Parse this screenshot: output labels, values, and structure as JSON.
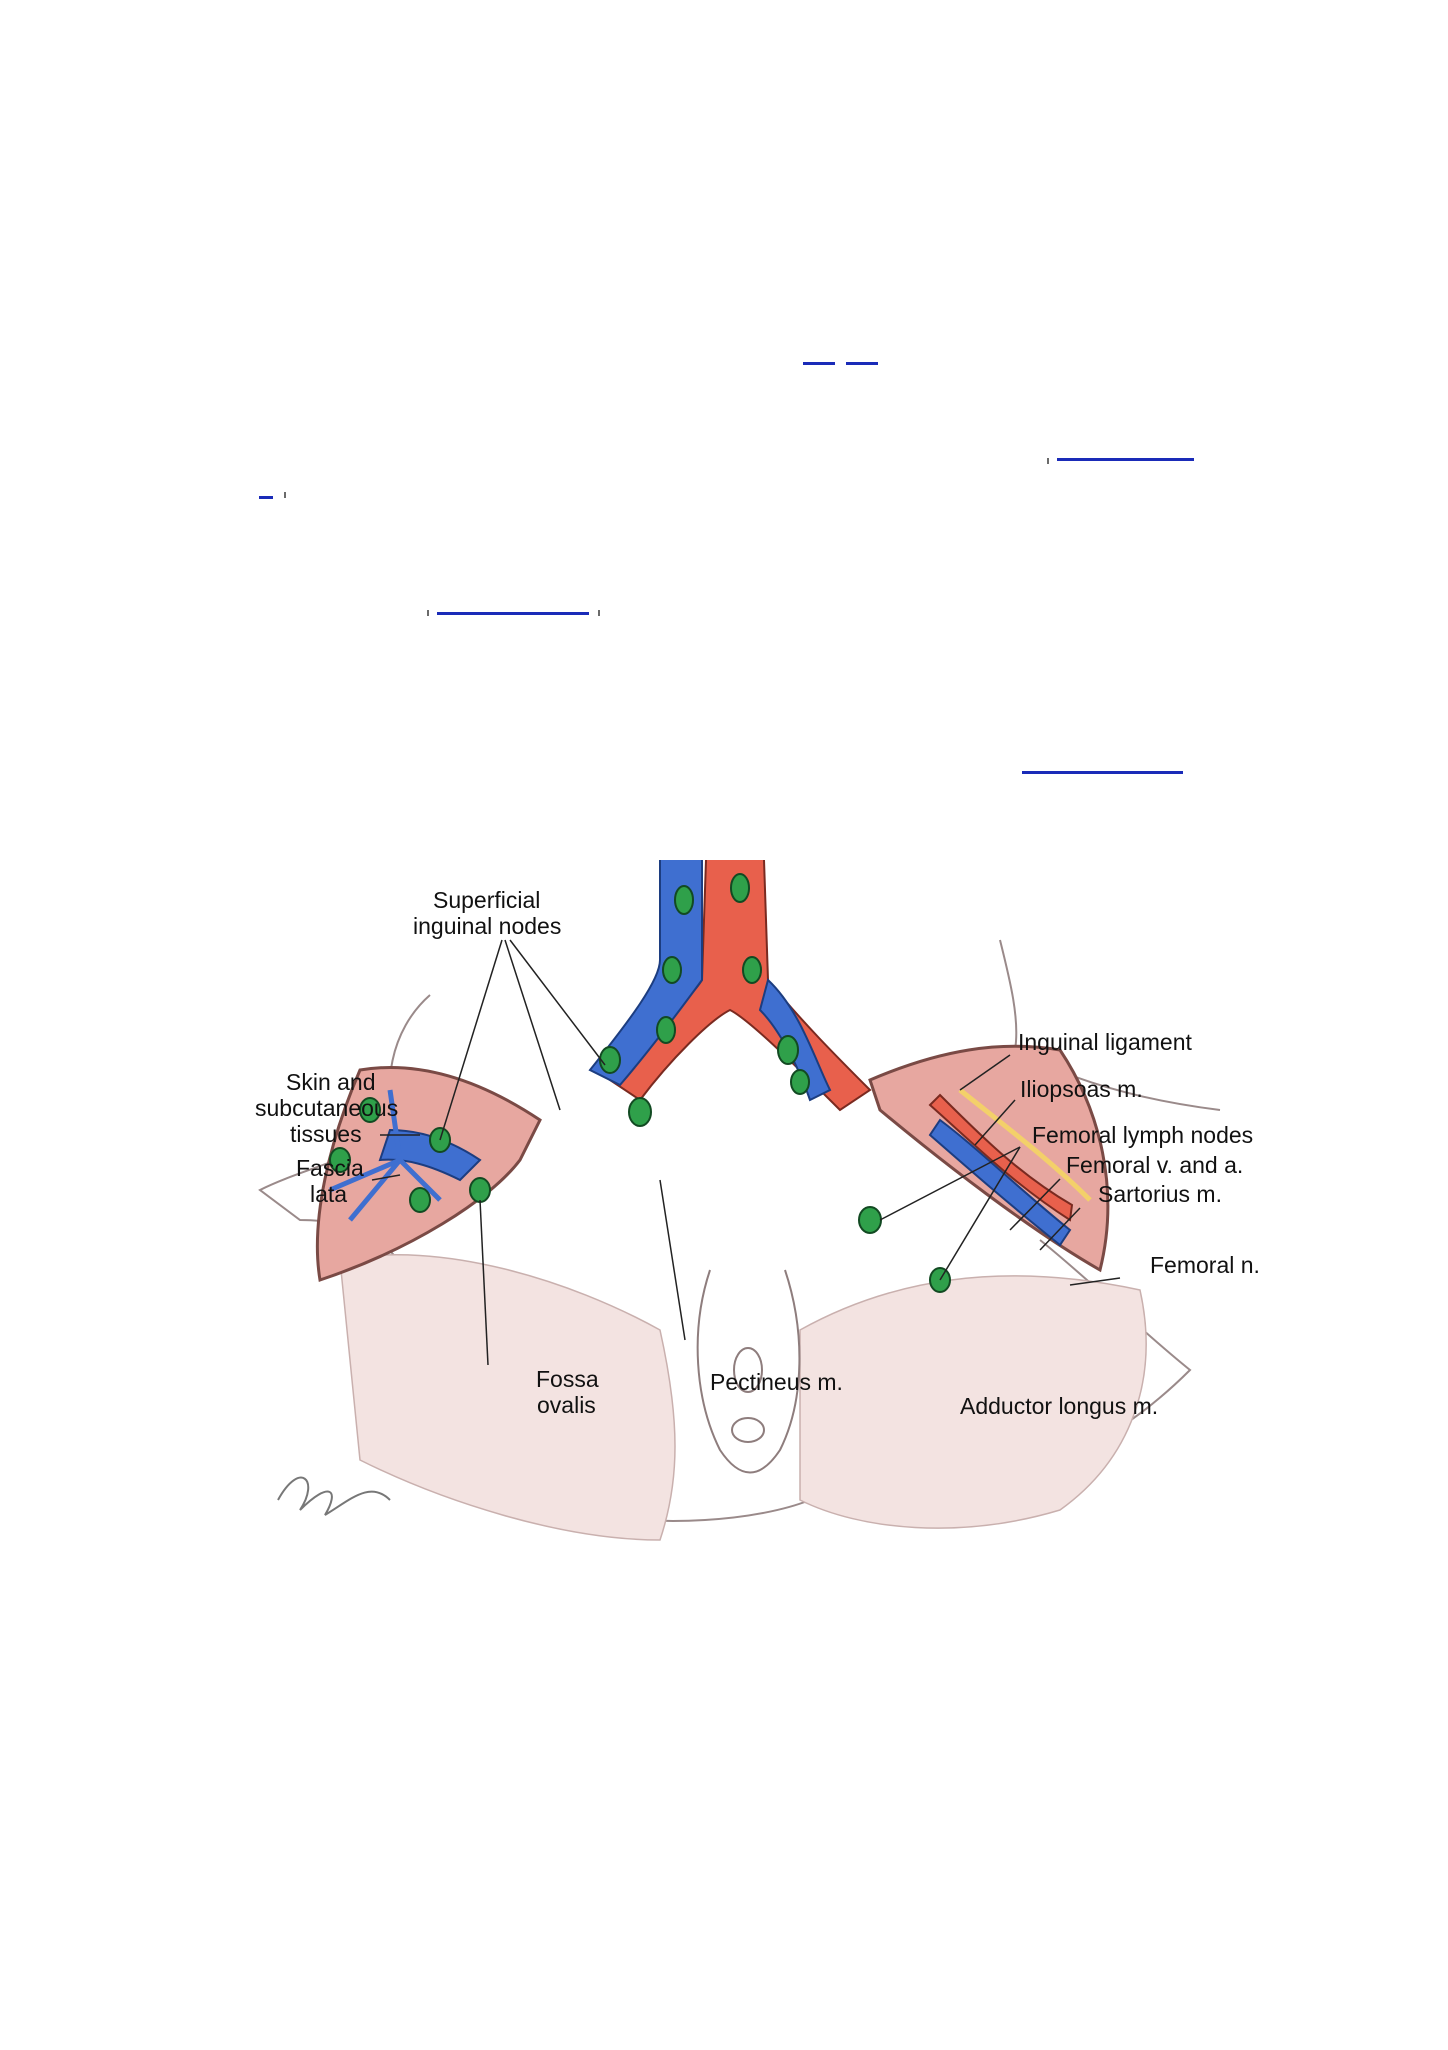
{
  "figure": {
    "labels": {
      "superficial_inguinal_nodes_1": "Superficial",
      "superficial_inguinal_nodes_2": "inguinal nodes",
      "skin_subcutaneous_1": "Skin and",
      "skin_subcutaneous_2": "subcutaneous",
      "skin_subcutaneous_3": "tissues",
      "fascia_lata_1": "Fascia",
      "fascia_lata_2": "lata",
      "fossa_ovalis_1": "Fossa",
      "fossa_ovalis_2": "ovalis",
      "pectineus": "Pectineus m.",
      "adductor_longus": "Adductor longus m.",
      "inguinal_ligament": "Inguinal ligament",
      "iliopsoas": "Iliopsoas m.",
      "femoral_lymph_nodes": "Femoral lymph nodes",
      "femoral_v_and_a": "Femoral v. and a.",
      "sartorius": "Sartorius m.",
      "femoral_n": "Femoral n."
    },
    "colors": {
      "artery": "#e8604c",
      "vein": "#3f6fd0",
      "lymph_node": "#2fa04a",
      "muscle": "#e7a7a0",
      "skin_outline": "#9a8a8a"
    }
  }
}
